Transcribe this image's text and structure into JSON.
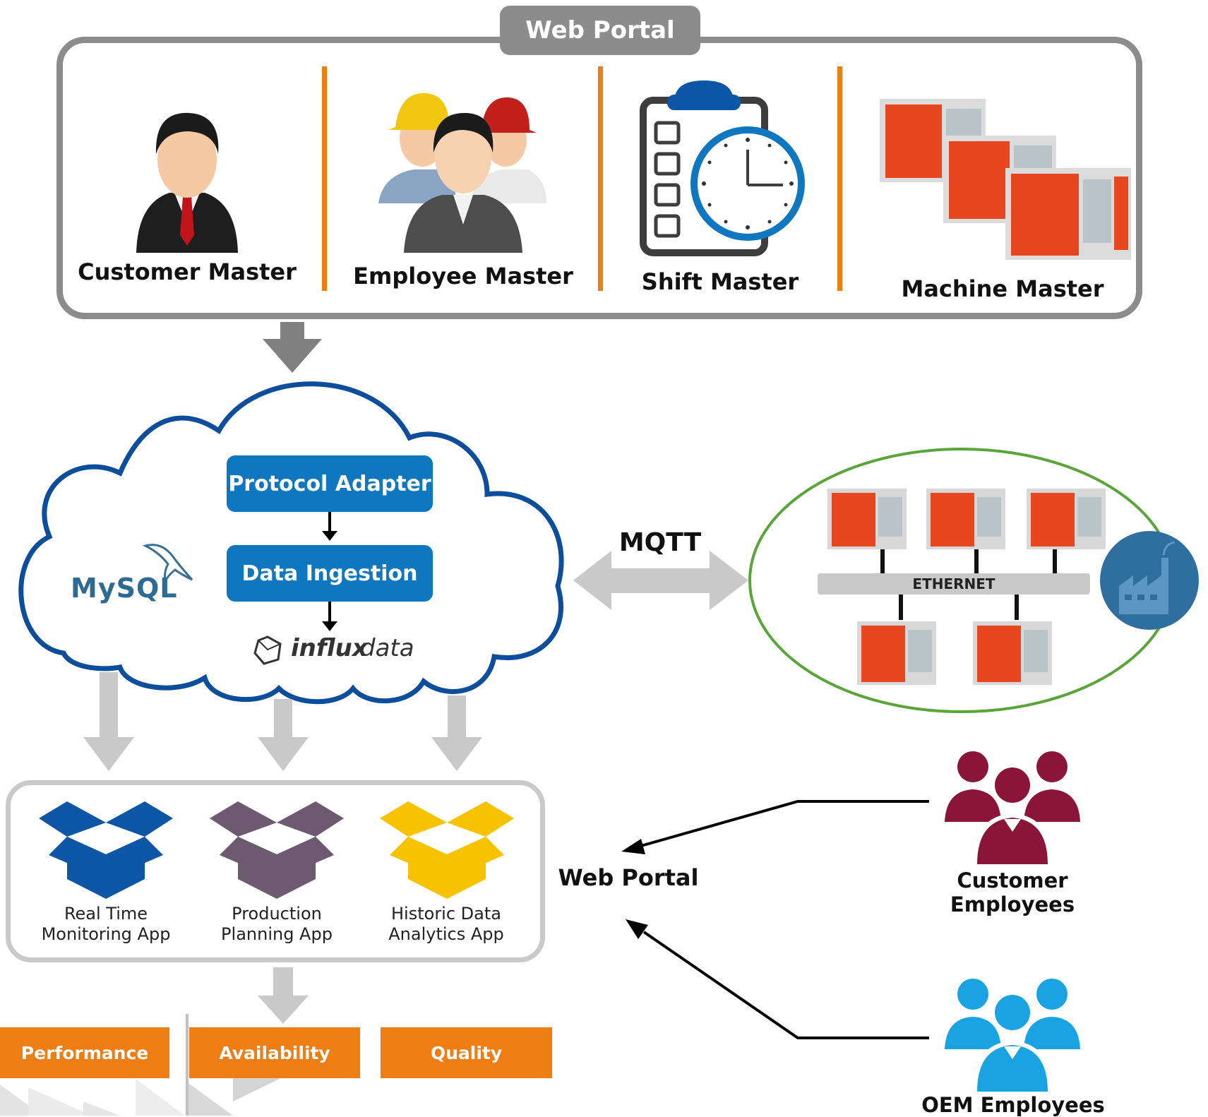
{
  "web_portal_tab": "Web Portal",
  "masters": [
    {
      "label": "Customer Master",
      "icon": "customer-icon"
    },
    {
      "label": "Employee Master",
      "icon": "employee-group-icon"
    },
    {
      "label": "Shift Master",
      "icon": "clipboard-clock-icon"
    },
    {
      "label": "Machine Master",
      "icon": "machines-icon"
    }
  ],
  "cloud": {
    "protocol_adapter": "Protocol Adapter",
    "data_ingestion": "Data Ingestion",
    "mysql_logo": "MySQL",
    "influx_logo_bold": "influx",
    "influx_logo_light": "data"
  },
  "mqtt_label": "MQTT",
  "ethernet_label": "ETHERNET",
  "apps": [
    {
      "line1": "Real Time",
      "line2": "Monitoring App",
      "color": "#0d56a6"
    },
    {
      "line1": "Production",
      "line2": "Planning App",
      "color": "#6d5a70"
    },
    {
      "line1": "Historic Data",
      "line2": "Analytics App",
      "color": "#f7c300"
    }
  ],
  "kpis": [
    "Performance",
    "Availability",
    "Quality"
  ],
  "web_portal_label": "Web Portal",
  "customer_employees": {
    "line1": "Customer",
    "line2": "Employees",
    "color": "#8a1538"
  },
  "oem_employees": {
    "label": "OEM Employees",
    "color": "#1aa3e3"
  },
  "colors": {
    "orange": "#ee7e14",
    "blue": "#0f77c0",
    "cloud_border": "#0d4e9c",
    "green": "#5aa53a",
    "factory": "#2f6fa0"
  }
}
